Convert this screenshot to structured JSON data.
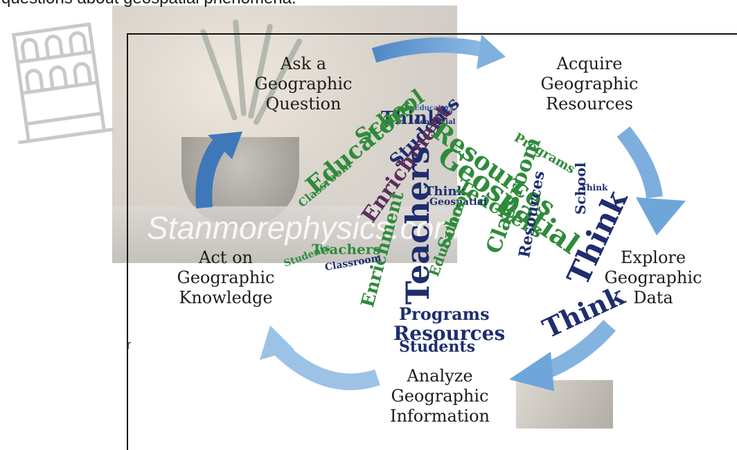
{
  "caption": "questions about geospatial phenomena.",
  "watermark": "Stanmorephysics.com",
  "stray_char": "r",
  "stages": {
    "ask": [
      "Ask a",
      "Geographic",
      "Question"
    ],
    "acquire": [
      "Acquire",
      "Geographic",
      "Resources"
    ],
    "explore": [
      "Explore",
      "Geographic",
      "Data"
    ],
    "analyze": [
      "Analyze",
      "Geographic",
      "Information"
    ],
    "act": [
      "Act on",
      "Geographic",
      "Knowledge"
    ]
  },
  "word_cloud": [
    {
      "text": "Think",
      "color": "#1f2d6e",
      "size": 26
    },
    {
      "text": "Educators",
      "color": "#2a5ca8",
      "size": 10
    },
    {
      "text": "Geospatial",
      "color": "#1f2d6e",
      "size": 10
    },
    {
      "text": "School",
      "color": "#2e8b3a",
      "size": 30
    },
    {
      "text": "Educators",
      "color": "#2e8b3a",
      "size": 34
    },
    {
      "text": "Students",
      "color": "#1f2d6e",
      "size": 26
    },
    {
      "text": "Enrichment",
      "color": "#5a2d5a",
      "size": 30
    },
    {
      "text": "Classroom",
      "color": "#2e8b3a",
      "size": 16
    },
    {
      "text": "Resources",
      "color": "#2e8b3a",
      "size": 36
    },
    {
      "text": "Geospatial",
      "color": "#2e8b3a",
      "size": 40
    },
    {
      "text": "Teachers",
      "color": "#2e8b3a",
      "size": 28
    },
    {
      "text": "Programs",
      "color": "#2e8b3a",
      "size": 18
    },
    {
      "text": "Think",
      "color": "#1f2d6e",
      "size": 18
    },
    {
      "text": "Geospatial",
      "color": "#1f2d6e",
      "size": 14
    },
    {
      "text": "Teachers",
      "color": "#1f2d6e",
      "size": 46
    },
    {
      "text": "School",
      "color": "#2e8b3a",
      "size": 24
    },
    {
      "text": "Educators",
      "color": "#2e8b3a",
      "size": 20
    },
    {
      "text": "Classroom",
      "color": "#2e8b3a",
      "size": 30
    },
    {
      "text": "Resources",
      "color": "#1f2d6e",
      "size": 22
    },
    {
      "text": "Think",
      "color": "#1f2d6e",
      "size": 44
    },
    {
      "text": "School",
      "color": "#1f2d6e",
      "size": 20
    },
    {
      "text": "Think",
      "color": "#1f2d6e",
      "size": 38
    },
    {
      "text": "Teachers",
      "color": "#2e8b3a",
      "size": 20
    },
    {
      "text": "Enrichment",
      "color": "#2e8b3a",
      "size": 26
    },
    {
      "text": "Programs",
      "color": "#1f2d6e",
      "size": 24
    },
    {
      "text": "Resources",
      "color": "#1f2d6e",
      "size": 28
    },
    {
      "text": "Students",
      "color": "#1f2d6e",
      "size": 22
    },
    {
      "text": "Classroom",
      "color": "#1f2d6e",
      "size": 14
    },
    {
      "text": "Students",
      "color": "#2e8b3a",
      "size": 14
    },
    {
      "text": "Think",
      "color": "#1f2d6e",
      "size": 12
    }
  ],
  "colors": {
    "arrow": "#5a94cf",
    "arrow_light": "#b7d2ec",
    "text": "#1c1c1c"
  }
}
